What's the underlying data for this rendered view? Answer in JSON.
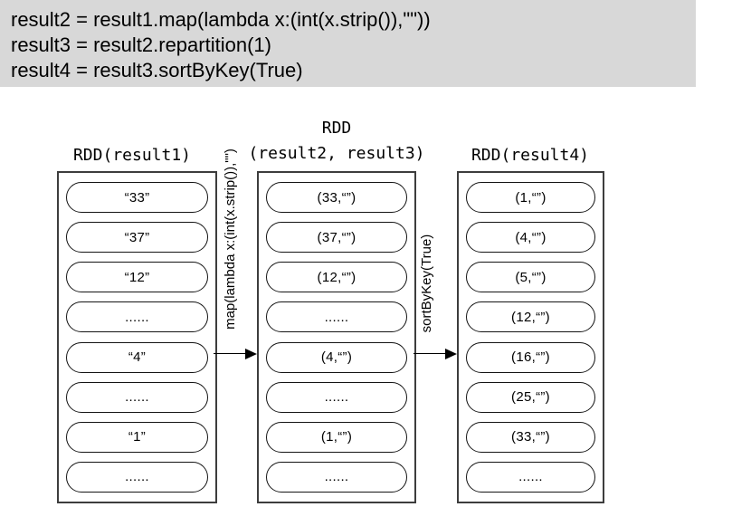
{
  "code": {
    "bg_color": "#d8d8d8",
    "lines": [
      "result2 = result1.map(lambda x:(int(x.strip()),\"\"))",
      "result3 = result2.repartition(1)",
      "result4 = result3.sortByKey(True)"
    ]
  },
  "diagram": {
    "columns": [
      {
        "title": "RDD(result1)",
        "items": [
          "“33”",
          "“37”",
          "“12”",
          "......",
          "“4”",
          "......",
          "“1”",
          "......"
        ]
      },
      {
        "title_line1": "RDD",
        "title_line2": "(result2, result3)",
        "items": [
          "(33,“”)",
          "(37,“”)",
          "(12,“”)",
          "......",
          "(4,“”)",
          "......",
          "(1,“”)",
          "......"
        ]
      },
      {
        "title": "RDD(result4)",
        "items": [
          "(1,“”)",
          "(4,“”)",
          "(5,“”)",
          "(12,“”)",
          "(16,“”)",
          "(25,“”)",
          "(33,“”)",
          "......"
        ]
      }
    ],
    "arrows": [
      {
        "label": "map(lambda x:(int(x.strip()),\"\")"
      },
      {
        "label": "sortByKey(True)"
      }
    ]
  }
}
